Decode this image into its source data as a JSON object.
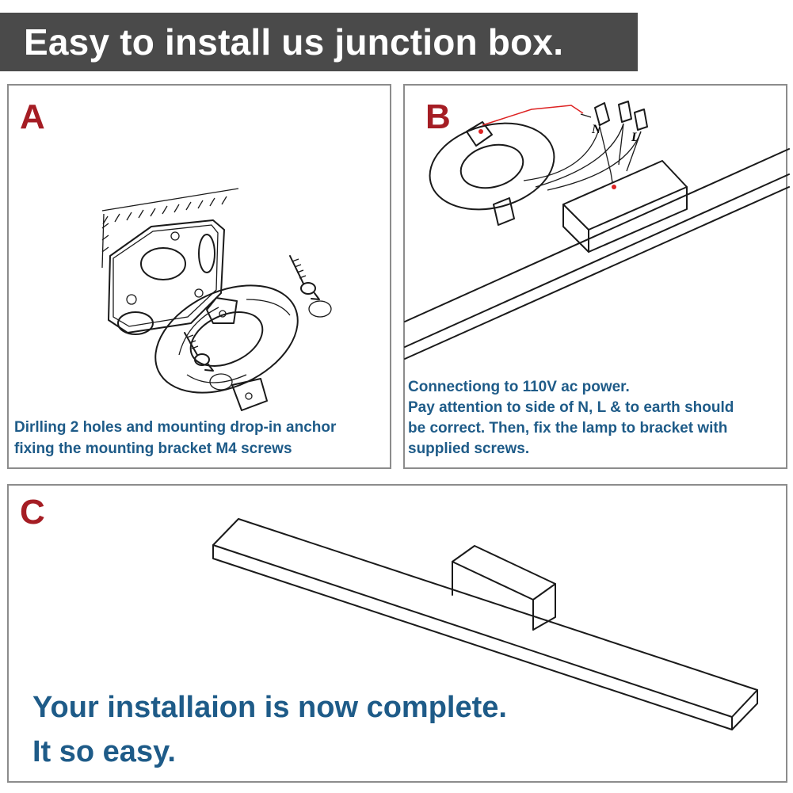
{
  "banner": {
    "title": "Easy to install us junction box."
  },
  "panels": {
    "a": {
      "letter": "A",
      "caption_lines": [
        "Dirlling 2 holes and mounting drop-in anchor",
        "fixing the mounting bracket M4 screws"
      ]
    },
    "b": {
      "letter": "B",
      "wire_labels": [
        "N",
        "L"
      ],
      "caption_lines": [
        "Connectiong to 110V ac power.",
        "Pay attention to side of N, L & to earth should",
        "be correct. Then, fix the lamp to bracket with",
        "supplied screws."
      ]
    },
    "c": {
      "letter": "C",
      "caption_lines": [
        "Your installaion is now complete.",
        "It so easy."
      ]
    }
  },
  "colors": {
    "banner_bg": "#4a4a4a",
    "letter": "#a51d24",
    "caption": "#1e5b88",
    "border": "#8c8c8c"
  }
}
